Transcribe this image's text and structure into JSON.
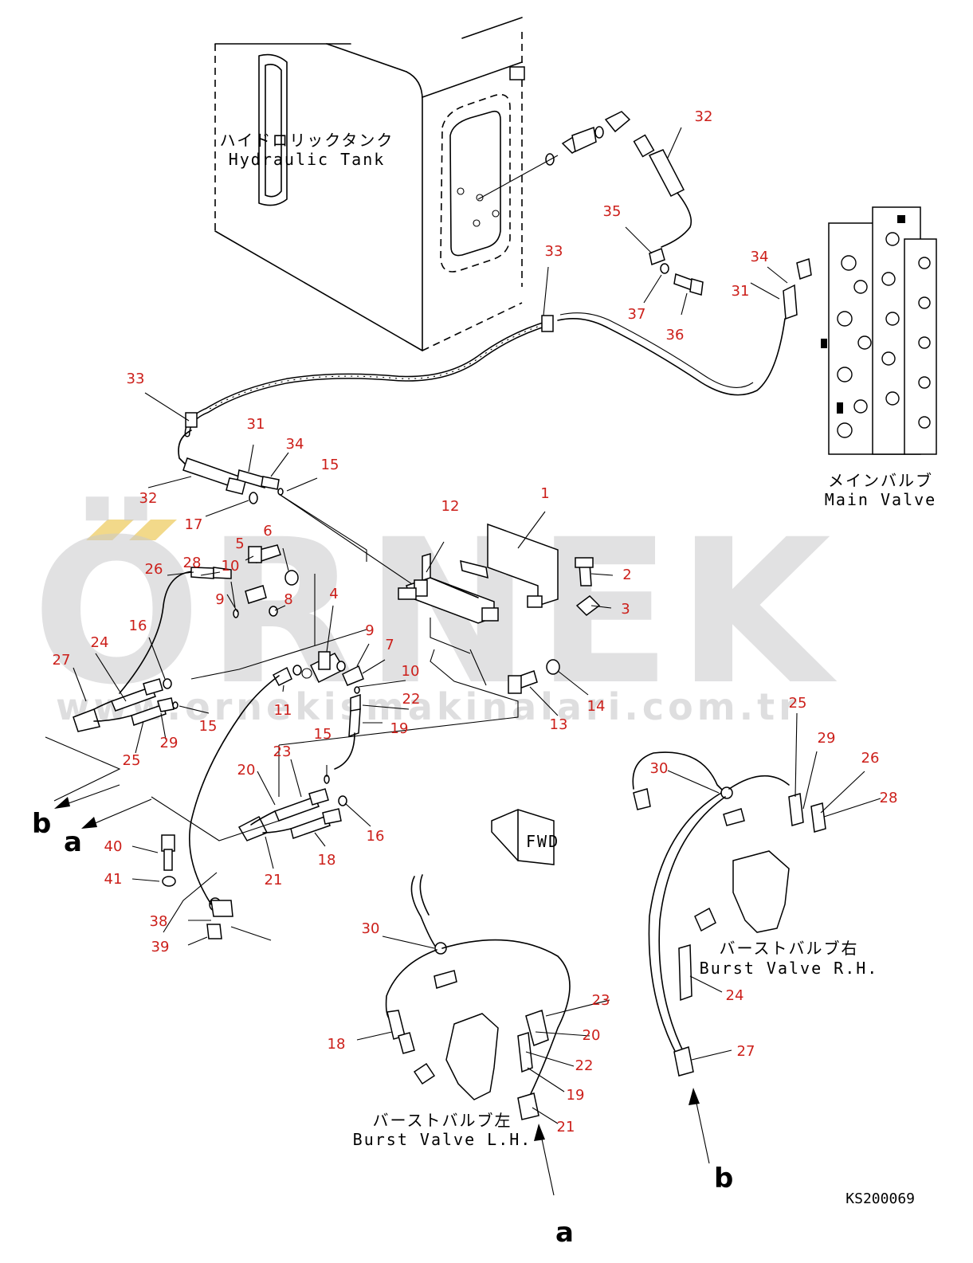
{
  "labels": {
    "tank_jp": "ハイドロリックタンク",
    "tank_en": "Hydraulic Tank",
    "main_jp": "メインバルブ",
    "main_en": "Main Valve",
    "burst_rh_jp": "バーストバルブ右",
    "burst_rh_en": "Burst Valve R.H.",
    "burst_lh_jp": "バーストバルブ左",
    "burst_lh_en": "Burst Valve L.H.",
    "fwd": "FWD",
    "drawing_code": "KS200069"
  },
  "connection_letters": {
    "b_left": "b",
    "a_left": "a",
    "a_bottom": "a",
    "b_right": "b"
  },
  "watermark": {
    "brand": "ÖRNEK",
    "site": "www.ornekismakinalari.com.tr"
  },
  "colors": {
    "callout": "#cc1f1a",
    "watermark": "#c9c9cb",
    "accent": "#f2d98a"
  },
  "callouts": [
    "1",
    "2",
    "3",
    "4",
    "5",
    "6",
    "7",
    "8",
    "9",
    "9",
    "10",
    "10",
    "11",
    "12",
    "13",
    "14",
    "15",
    "15",
    "15",
    "16",
    "16",
    "17",
    "18",
    "18",
    "19",
    "19",
    "20",
    "20",
    "21",
    "21",
    "22",
    "22",
    "23",
    "23",
    "24",
    "24",
    "25",
    "25",
    "26",
    "26",
    "27",
    "27",
    "28",
    "28",
    "29",
    "29",
    "30",
    "30",
    "31",
    "31",
    "32",
    "32",
    "33",
    "33",
    "34",
    "34",
    "35",
    "36",
    "37",
    "38",
    "39",
    "40",
    "41"
  ]
}
